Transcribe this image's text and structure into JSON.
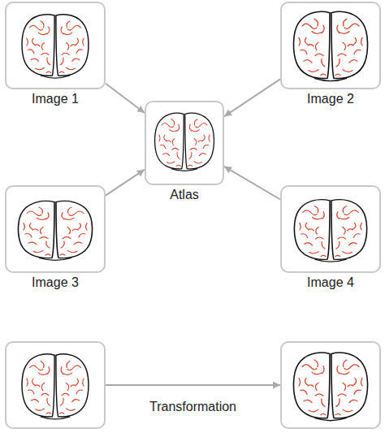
{
  "diagram": {
    "nodes": [
      {
        "text": [
          "Image 1"
        ]
      },
      {
        "text": [
          "Image 2"
        ]
      },
      {
        "text": [
          "Atlas"
        ]
      },
      {
        "text": [
          "Image 3"
        ]
      },
      {
        "text": [
          "Image 4"
        ]
      },
      {
        "text": []
      },
      {
        "text": []
      }
    ],
    "edges": [
      {
        "from": 0,
        "to": 2,
        "arrow": "to"
      },
      {
        "from": 1,
        "to": 2,
        "arrow": "to"
      },
      {
        "from": 3,
        "to": 2,
        "arrow": "to"
      },
      {
        "from": 4,
        "to": 2,
        "arrow": "to"
      },
      {
        "from": 5,
        "to": 6,
        "label": "Transformation",
        "arrow": "to"
      }
    ]
  }
}
